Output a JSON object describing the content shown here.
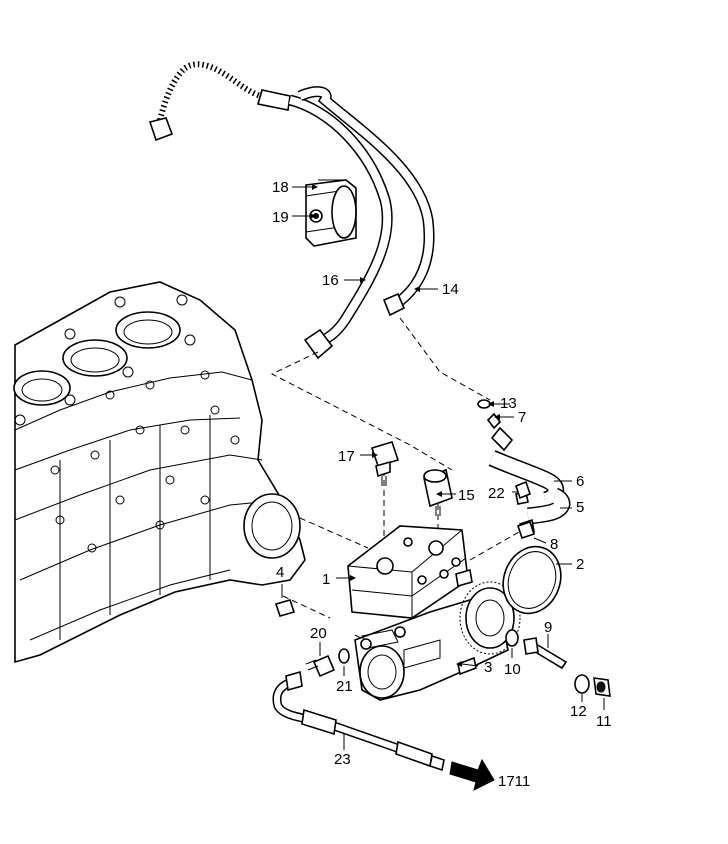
{
  "diagram": {
    "callouts": [
      {
        "id": "c1",
        "text": "1"
      },
      {
        "id": "c2",
        "text": "2"
      },
      {
        "id": "c3",
        "text": "3"
      },
      {
        "id": "c4",
        "text": "4"
      },
      {
        "id": "c5",
        "text": "5"
      },
      {
        "id": "c6",
        "text": "6"
      },
      {
        "id": "c7",
        "text": "7"
      },
      {
        "id": "c8",
        "text": "8"
      },
      {
        "id": "c9",
        "text": "9"
      },
      {
        "id": "c10",
        "text": "10"
      },
      {
        "id": "c11",
        "text": "11"
      },
      {
        "id": "c12",
        "text": "12"
      },
      {
        "id": "c13",
        "text": "13"
      },
      {
        "id": "c14",
        "text": "14"
      },
      {
        "id": "c15",
        "text": "15"
      },
      {
        "id": "c16",
        "text": "16"
      },
      {
        "id": "c17",
        "text": "17"
      },
      {
        "id": "c18",
        "text": "18"
      },
      {
        "id": "c19",
        "text": "19"
      },
      {
        "id": "c20",
        "text": "20"
      },
      {
        "id": "c21",
        "text": "21"
      },
      {
        "id": "c22",
        "text": "22"
      },
      {
        "id": "c23",
        "text": "23"
      }
    ],
    "reference": "1711"
  }
}
